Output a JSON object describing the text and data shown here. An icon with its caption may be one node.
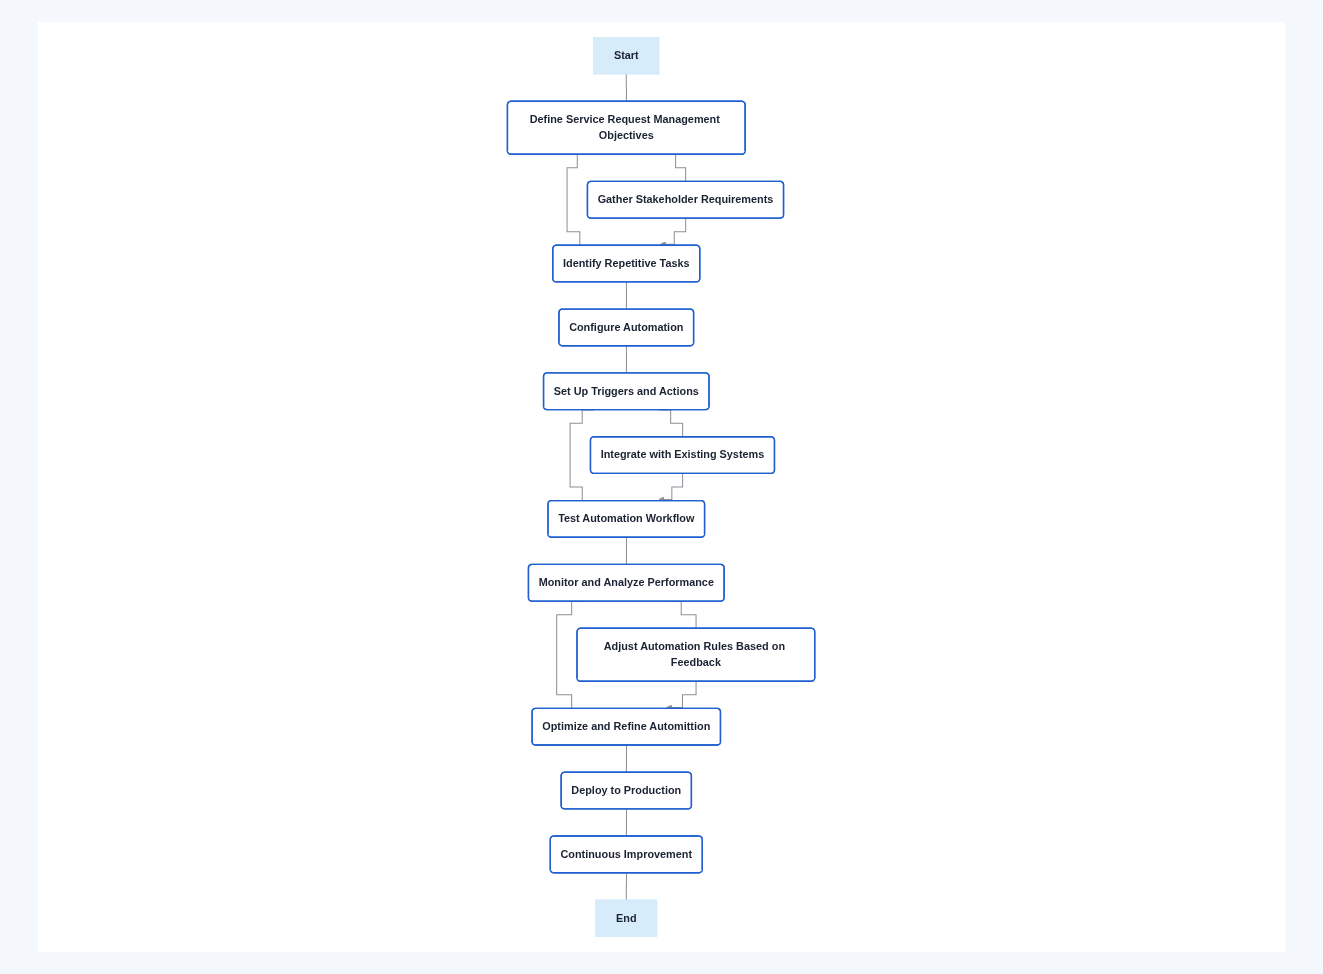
{
  "diagram": {
    "nodes": [
      {
        "text": [
          "Start"
        ]
      },
      {
        "text": [
          "Define Service Request Management Objectives"
        ]
      },
      {
        "text": [
          "Identify Repetitive Tasks"
        ]
      },
      {
        "text": [
          "Gather Stakeholder Requirements"
        ]
      },
      {
        "text": [
          "Configure Automation"
        ]
      },
      {
        "text": [
          "Set Up Triggers and Actions"
        ]
      },
      {
        "text": [
          "Test Automation Workflow"
        ]
      },
      {
        "text": [
          "Integrate with Existing Systems"
        ]
      },
      {
        "text": [
          "Monitor and Analyze Performance"
        ]
      },
      {
        "text": [
          "Optimize and Refine Automittion"
        ]
      },
      {
        "text": [
          "Adjust Automation Rules Based on Feedback"
        ]
      },
      {
        "text": [
          "Deploy to Production"
        ]
      },
      {
        "text": [
          "Continuous Improvement"
        ]
      },
      {
        "text": [
          "End"
        ]
      }
    ],
    "edges": [
      {
        "from": 0,
        "to": 1,
        "arrow": "none"
      },
      {
        "from": 1,
        "to": 2,
        "arrow": "none"
      },
      {
        "from": 1,
        "to": 3,
        "arrow": "none"
      },
      {
        "from": 3,
        "to": 2,
        "arrow": "to"
      },
      {
        "from": 2,
        "to": 4,
        "arrow": "none"
      },
      {
        "from": 4,
        "to": 5,
        "arrow": "none"
      },
      {
        "from": 5,
        "to": 6,
        "arrow": "none"
      },
      {
        "from": 5,
        "to": 7,
        "arrow": "none"
      },
      {
        "from": 7,
        "to": 6,
        "arrow": "to"
      },
      {
        "from": 6,
        "to": 8,
        "arrow": "none"
      },
      {
        "from": 8,
        "to": 9,
        "arrow": "none"
      },
      {
        "from": 8,
        "to": 10,
        "arrow": "none"
      },
      {
        "from": 10,
        "to": 9,
        "arrow": "to"
      },
      {
        "from": 9,
        "to": 11,
        "arrow": "none"
      },
      {
        "from": 11,
        "to": 12,
        "arrow": "none"
      },
      {
        "from": 12,
        "to": 13,
        "arrow": "none"
      }
    ]
  }
}
